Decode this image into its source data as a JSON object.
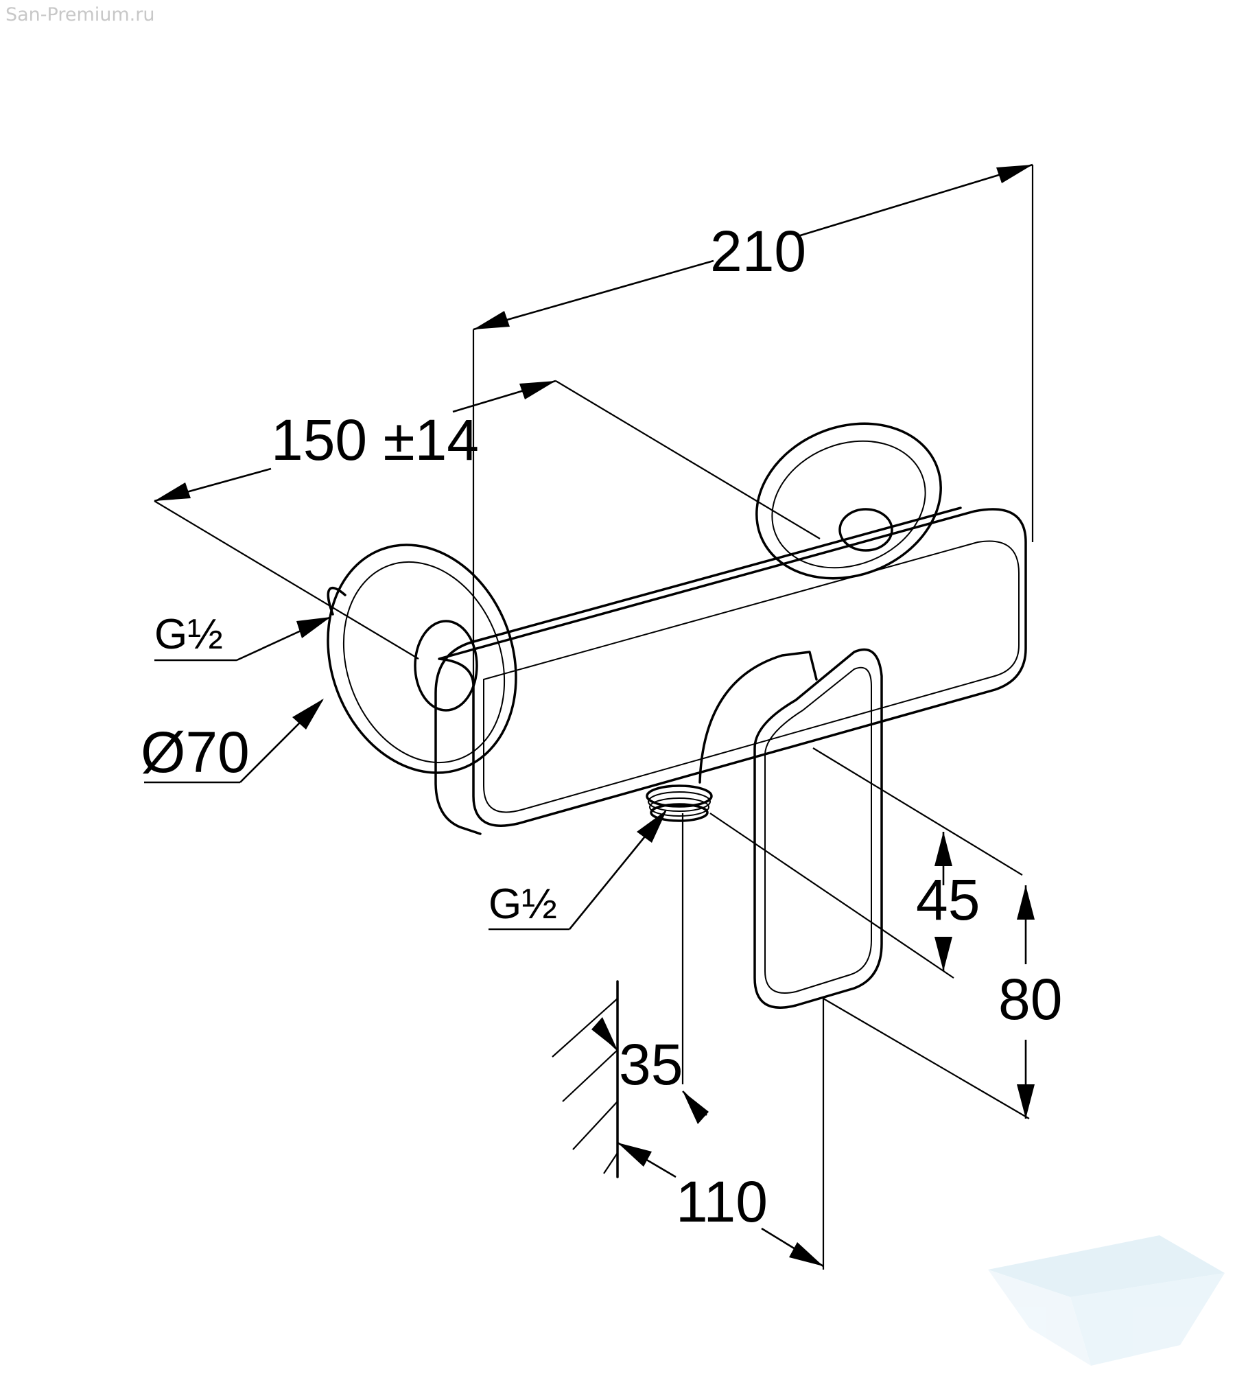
{
  "watermark": {
    "site_text": "San-Premium.ru"
  },
  "dimensions": {
    "overall_width": "210",
    "connection_spacing": "150 ±14",
    "flange_diameter": "Ø70",
    "wall_thread": "G½",
    "outlet_thread": "G½",
    "lever_height": "45",
    "body_height": "80",
    "outlet_offset": "35",
    "projection": "110"
  },
  "colors": {
    "line": "#000000",
    "watermark": "#cfe6f2"
  }
}
